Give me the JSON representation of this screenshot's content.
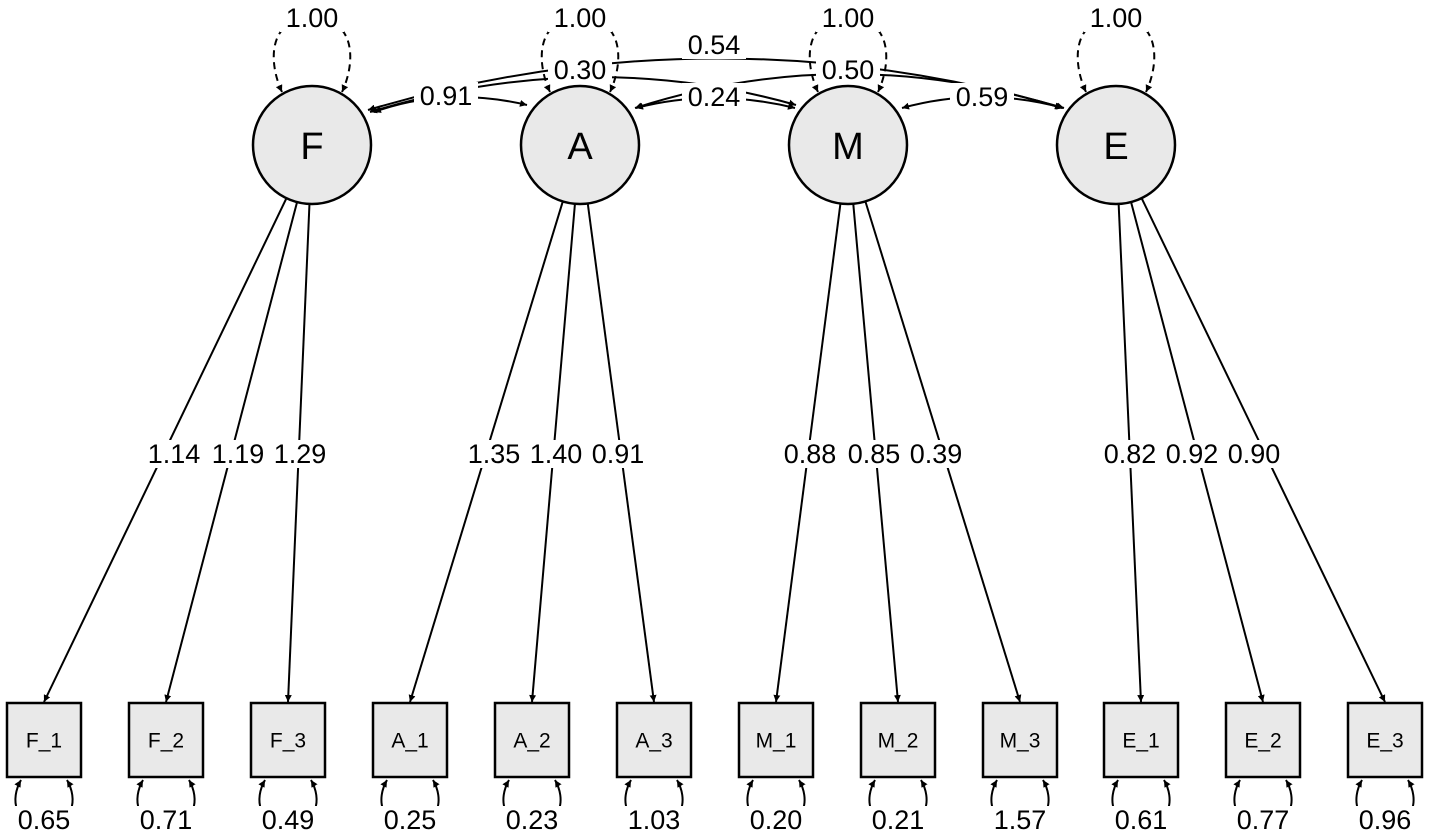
{
  "latents": [
    {
      "id": "F",
      "label": "F",
      "variance": "1.00"
    },
    {
      "id": "A",
      "label": "A",
      "variance": "1.00"
    },
    {
      "id": "M",
      "label": "M",
      "variance": "1.00"
    },
    {
      "id": "E",
      "label": "E",
      "variance": "1.00"
    }
  ],
  "observed": [
    {
      "id": "F_1",
      "label": "F_1",
      "residual": "0.65"
    },
    {
      "id": "F_2",
      "label": "F_2",
      "residual": "0.71"
    },
    {
      "id": "F_3",
      "label": "F_3",
      "residual": "0.49"
    },
    {
      "id": "A_1",
      "label": "A_1",
      "residual": "0.25"
    },
    {
      "id": "A_2",
      "label": "A_2",
      "residual": "0.23"
    },
    {
      "id": "A_3",
      "label": "A_3",
      "residual": "1.03"
    },
    {
      "id": "M_1",
      "label": "M_1",
      "residual": "0.20"
    },
    {
      "id": "M_2",
      "label": "M_2",
      "residual": "0.21"
    },
    {
      "id": "M_3",
      "label": "M_3",
      "residual": "1.57"
    },
    {
      "id": "E_1",
      "label": "E_1",
      "residual": "0.61"
    },
    {
      "id": "E_2",
      "label": "E_2",
      "residual": "0.77"
    },
    {
      "id": "E_3",
      "label": "E_3",
      "residual": "0.96"
    }
  ],
  "loadings": [
    {
      "from": "F",
      "to": "F_1",
      "value": "1.14"
    },
    {
      "from": "F",
      "to": "F_2",
      "value": "1.19"
    },
    {
      "from": "F",
      "to": "F_3",
      "value": "1.29"
    },
    {
      "from": "A",
      "to": "A_1",
      "value": "1.35"
    },
    {
      "from": "A",
      "to": "A_2",
      "value": "1.40"
    },
    {
      "from": "A",
      "to": "A_3",
      "value": "0.91"
    },
    {
      "from": "M",
      "to": "M_1",
      "value": "0.88"
    },
    {
      "from": "M",
      "to": "M_2",
      "value": "0.85"
    },
    {
      "from": "M",
      "to": "M_3",
      "value": "0.39"
    },
    {
      "from": "E",
      "to": "E_1",
      "value": "0.82"
    },
    {
      "from": "E",
      "to": "E_2",
      "value": "0.92"
    },
    {
      "from": "E",
      "to": "E_3",
      "value": "0.90"
    }
  ],
  "covariances": [
    {
      "between": [
        "F",
        "A"
      ],
      "value": "0.91"
    },
    {
      "between": [
        "F",
        "M"
      ],
      "value": "0.30"
    },
    {
      "between": [
        "F",
        "E"
      ],
      "value": "0.54"
    },
    {
      "between": [
        "A",
        "M"
      ],
      "value": "0.24"
    },
    {
      "between": [
        "A",
        "E"
      ],
      "value": "0.50"
    },
    {
      "between": [
        "M",
        "E"
      ],
      "value": "0.59"
    }
  ]
}
